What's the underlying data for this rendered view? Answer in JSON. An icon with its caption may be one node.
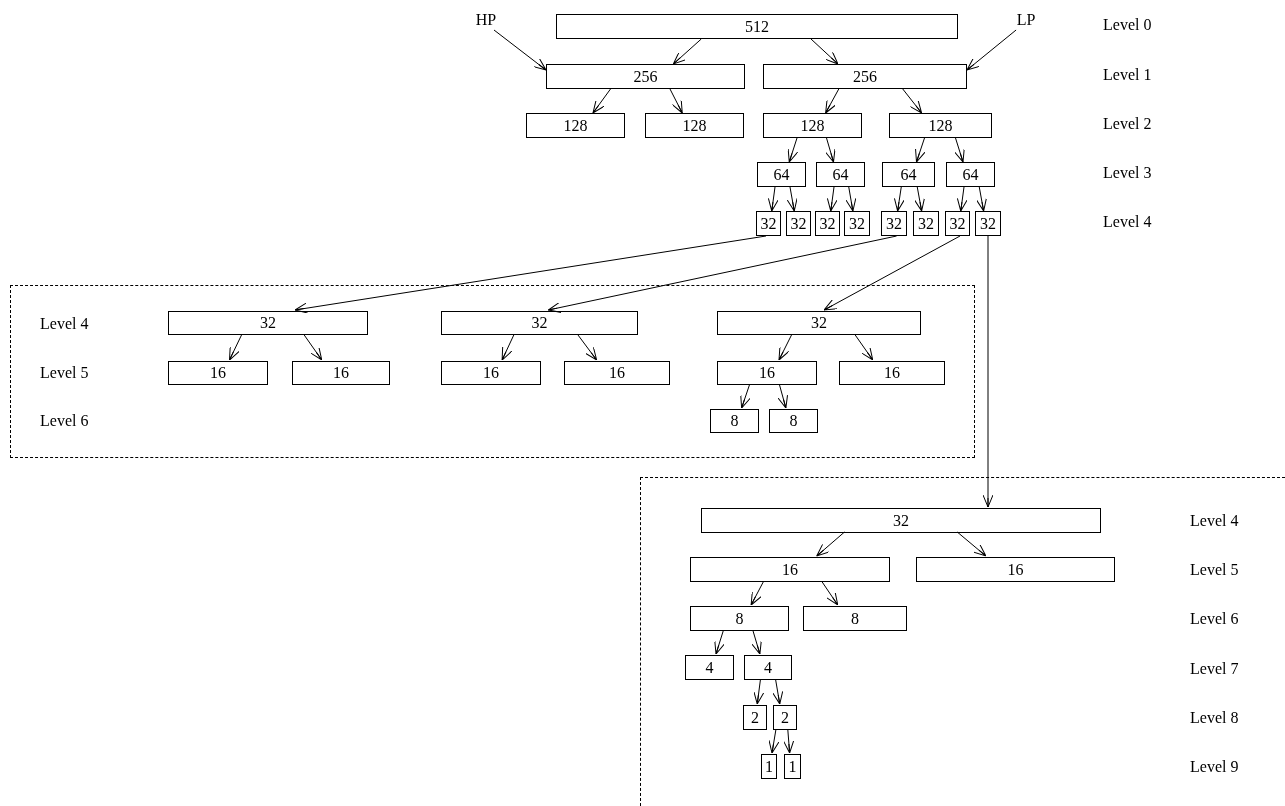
{
  "diagram": {
    "nodes": [
      {
        "text": [
          "HP"
        ]
      },
      {
        "text": [
          "512"
        ]
      },
      {
        "text": [
          "LP"
        ]
      },
      {
        "text": [
          "256"
        ]
      },
      {
        "text": [
          "256"
        ]
      },
      {
        "text": [
          "128"
        ]
      },
      {
        "text": [
          "128"
        ]
      },
      {
        "text": [
          "128"
        ]
      },
      {
        "text": [
          "128"
        ]
      },
      {
        "text": [
          "64"
        ]
      },
      {
        "text": [
          "64"
        ]
      },
      {
        "text": [
          "64"
        ]
      },
      {
        "text": [
          "64"
        ]
      },
      {
        "text": [
          "32"
        ]
      },
      {
        "text": [
          "32"
        ]
      },
      {
        "text": [
          "32"
        ]
      },
      {
        "text": [
          "32"
        ]
      },
      {
        "text": [
          "32"
        ]
      },
      {
        "text": [
          "32"
        ]
      },
      {
        "text": [
          "32"
        ]
      },
      {
        "text": [
          "32"
        ]
      },
      {
        "text": [],
        "shape": "box"
      },
      {
        "text": [
          "32"
        ],
        "in": 21
      },
      {
        "text": [
          "32"
        ],
        "in": 21
      },
      {
        "text": [
          "32"
        ],
        "in": 21
      },
      {
        "text": [
          "16"
        ],
        "in": 21
      },
      {
        "text": [
          "16"
        ],
        "in": 21
      },
      {
        "text": [
          "16"
        ],
        "in": 21
      },
      {
        "text": [
          "16"
        ],
        "in": 21
      },
      {
        "text": [
          "16"
        ],
        "in": 21
      },
      {
        "text": [
          "16"
        ],
        "in": 21
      },
      {
        "text": [
          "8"
        ],
        "in": 21
      },
      {
        "text": [
          "8"
        ],
        "in": 21
      },
      {
        "text": [],
        "shape": "box"
      },
      {
        "text": [
          "32"
        ],
        "in": 33
      },
      {
        "text": [
          "16"
        ],
        "in": 33
      },
      {
        "text": [
          "16"
        ],
        "in": 33
      },
      {
        "text": [
          "8"
        ],
        "in": 33
      },
      {
        "text": [
          "8"
        ],
        "in": 33
      },
      {
        "text": [
          "4"
        ],
        "in": 33
      },
      {
        "text": [
          "4"
        ],
        "in": 33
      },
      {
        "text": [
          "2"
        ],
        "in": 33
      },
      {
        "text": [
          "2"
        ],
        "in": 33
      },
      {
        "text": [
          "1"
        ],
        "in": 33
      },
      {
        "text": [
          "1"
        ],
        "in": 33
      }
    ],
    "edges": [
      {
        "from": 0,
        "to": 3,
        "arrow": "to"
      },
      {
        "from": 2,
        "to": 4,
        "arrow": "to"
      },
      {
        "from": 1,
        "to": 3,
        "arrow": "to"
      },
      {
        "from": 1,
        "to": 4,
        "arrow": "to"
      },
      {
        "from": 3,
        "to": 5,
        "arrow": "to"
      },
      {
        "from": 3,
        "to": 6,
        "arrow": "to"
      },
      {
        "from": 4,
        "to": 7,
        "arrow": "to"
      },
      {
        "from": 4,
        "to": 8,
        "arrow": "to"
      },
      {
        "from": 7,
        "to": 9,
        "arrow": "to"
      },
      {
        "from": 7,
        "to": 10,
        "arrow": "to"
      },
      {
        "from": 8,
        "to": 11,
        "arrow": "to"
      },
      {
        "from": 8,
        "to": 12,
        "arrow": "to"
      },
      {
        "from": 9,
        "to": 13,
        "arrow": "to"
      },
      {
        "from": 9,
        "to": 14,
        "arrow": "to"
      },
      {
        "from": 10,
        "to": 15,
        "arrow": "to"
      },
      {
        "from": 10,
        "to": 16,
        "arrow": "to"
      },
      {
        "from": 11,
        "to": 17,
        "arrow": "to"
      },
      {
        "from": 11,
        "to": 18,
        "arrow": "to"
      },
      {
        "from": 12,
        "to": 19,
        "arrow": "to"
      },
      {
        "from": 12,
        "to": 20,
        "arrow": "to"
      },
      {
        "from": 13,
        "to": 22,
        "arrow": "to"
      },
      {
        "from": 17,
        "to": 23,
        "arrow": "to"
      },
      {
        "from": 19,
        "to": 24,
        "arrow": "to"
      },
      {
        "from": 20,
        "to": 34,
        "arrow": "to"
      },
      {
        "from": 22,
        "to": 25,
        "arrow": "to"
      },
      {
        "from": 22,
        "to": 26,
        "arrow": "to"
      },
      {
        "from": 23,
        "to": 27,
        "arrow": "to"
      },
      {
        "from": 23,
        "to": 28,
        "arrow": "to"
      },
      {
        "from": 24,
        "to": 29,
        "arrow": "to"
      },
      {
        "from": 24,
        "to": 30,
        "arrow": "to"
      },
      {
        "from": 29,
        "to": 31,
        "arrow": "to"
      },
      {
        "from": 29,
        "to": 32,
        "arrow": "to"
      },
      {
        "from": 34,
        "to": 35,
        "arrow": "to"
      },
      {
        "from": 34,
        "to": 36,
        "arrow": "to"
      },
      {
        "from": 35,
        "to": 37,
        "arrow": "to"
      },
      {
        "from": 35,
        "to": 38,
        "arrow": "to"
      },
      {
        "from": 37,
        "to": 39,
        "arrow": "to"
      },
      {
        "from": 37,
        "to": 40,
        "arrow": "to"
      },
      {
        "from": 40,
        "to": 41,
        "arrow": "to"
      },
      {
        "from": 40,
        "to": 42,
        "arrow": "to"
      },
      {
        "from": 42,
        "to": 43,
        "arrow": "to"
      },
      {
        "from": 42,
        "to": 44,
        "arrow": "to"
      }
    ],
    "labels": [
      "Level 0",
      "Level 1",
      "Level 2",
      "Level 3",
      "Level 4",
      "Level 4",
      "Level 5",
      "Level 6",
      "Level 4",
      "Level 5",
      "Level 6",
      "Level 7",
      "Level 8",
      "Level 9"
    ]
  }
}
